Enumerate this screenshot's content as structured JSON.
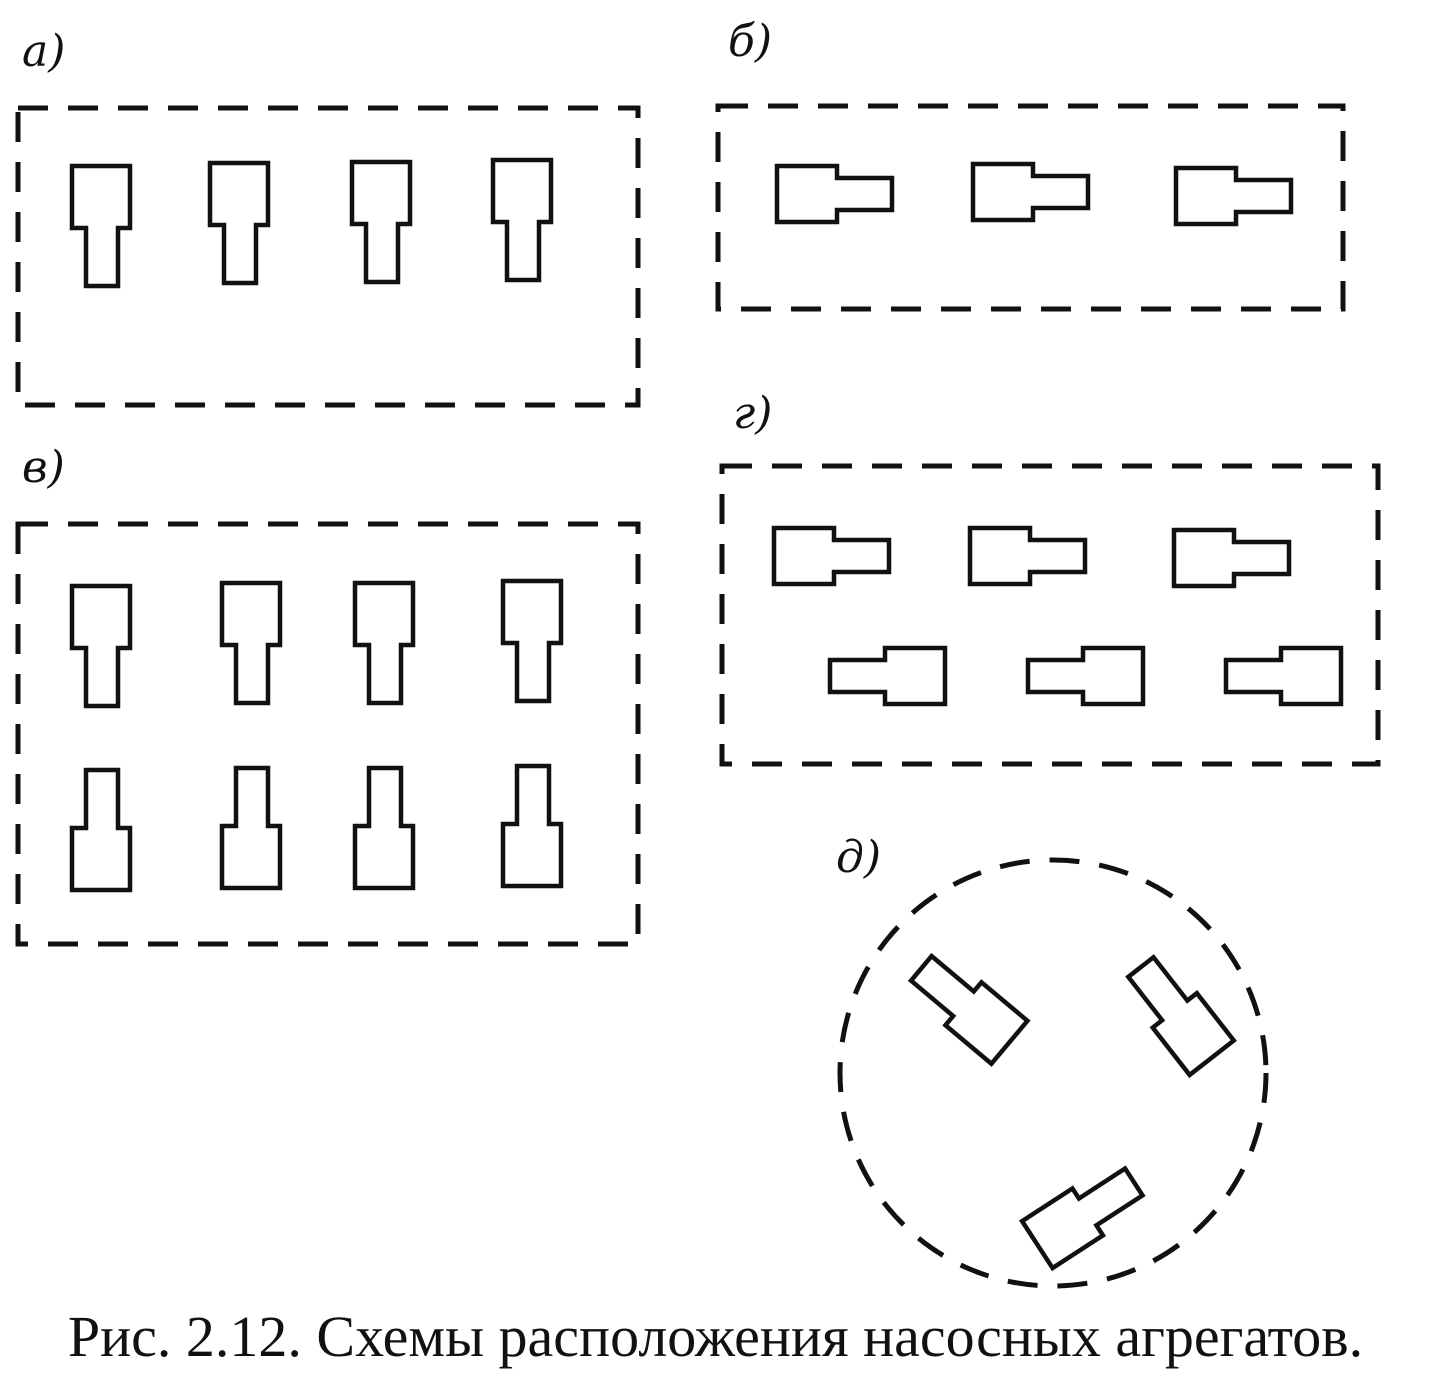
{
  "panels": [
    {
      "id": "a",
      "label": "а)"
    },
    {
      "id": "b",
      "label": "б)"
    },
    {
      "id": "v",
      "label": "в)"
    },
    {
      "id": "g",
      "label": "г)"
    },
    {
      "id": "d",
      "label": "д)"
    }
  ],
  "caption": "Рис. 2.12. Схемы расположения насосных агрегатов."
}
